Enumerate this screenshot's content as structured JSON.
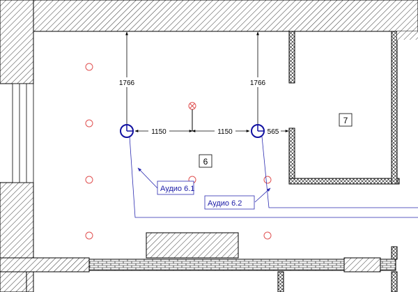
{
  "rooms": {
    "room_6": "6",
    "room_7": "7"
  },
  "dimensions": {
    "left_vertical": "1766",
    "right_vertical": "1766",
    "left_horizontal": "1150",
    "center_horizontal": "1150",
    "right_horizontal": "565"
  },
  "audio_labels": {
    "audio_1": "Аудио 6.1",
    "audio_2": "Аудио 6.2"
  },
  "colors": {
    "wall_hatch": "#000000",
    "speaker": "#1010a0",
    "leader": "#2a2ab0",
    "light_fixture": "#e05050",
    "dimension": "#000000"
  },
  "icons": {
    "speaker": "speaker-icon",
    "light": "ceiling-light-icon",
    "center_fixture": "center-fixture-icon"
  }
}
